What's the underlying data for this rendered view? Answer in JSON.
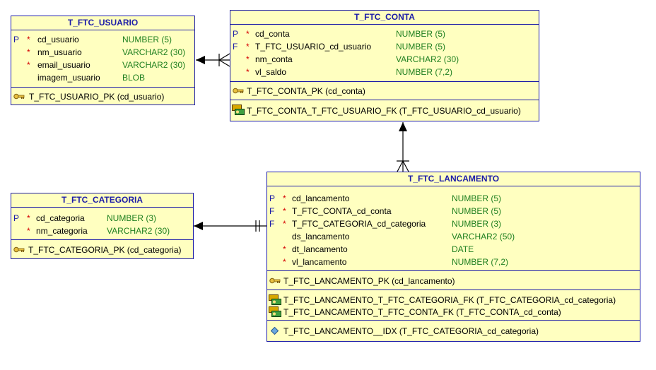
{
  "tables": {
    "usuario": {
      "name": "T_FTC_USUARIO",
      "columns": [
        {
          "key": "P",
          "mandatory": "*",
          "name": "cd_usuario",
          "type": "NUMBER (5)"
        },
        {
          "key": "",
          "mandatory": "*",
          "name": "nm_usuario",
          "type": "VARCHAR2 (30)"
        },
        {
          "key": "",
          "mandatory": "*",
          "name": "email_usuario",
          "type": "VARCHAR2 (30)"
        },
        {
          "key": "",
          "mandatory": "",
          "name": "imagem_usuario",
          "type": "BLOB"
        }
      ],
      "pk": "T_FTC_USUARIO_PK (cd_usuario)"
    },
    "conta": {
      "name": "T_FTC_CONTA",
      "columns": [
        {
          "key": "P",
          "mandatory": "*",
          "name": "cd_conta",
          "type": "NUMBER (5)"
        },
        {
          "key": "F",
          "mandatory": "*",
          "name": "T_FTC_USUARIO_cd_usuario",
          "type": "NUMBER (5)"
        },
        {
          "key": "",
          "mandatory": "*",
          "name": "nm_conta",
          "type": "VARCHAR2 (30)"
        },
        {
          "key": "",
          "mandatory": "*",
          "name": "vl_saldo",
          "type": "NUMBER (7,2)"
        }
      ],
      "pk": "T_FTC_CONTA_PK (cd_conta)",
      "fks": [
        "T_FTC_CONTA_T_FTC_USUARIO_FK (T_FTC_USUARIO_cd_usuario)"
      ]
    },
    "categoria": {
      "name": "T_FTC_CATEGORIA",
      "columns": [
        {
          "key": "P",
          "mandatory": "*",
          "name": "cd_categoria",
          "type": "NUMBER (3)"
        },
        {
          "key": "",
          "mandatory": "*",
          "name": "nm_categoria",
          "type": "VARCHAR2 (30)"
        }
      ],
      "pk": "T_FTC_CATEGORIA_PK (cd_categoria)"
    },
    "lancamento": {
      "name": "T_FTC_LANCAMENTO",
      "columns": [
        {
          "key": "P",
          "mandatory": "*",
          "name": "cd_lancamento",
          "type": "NUMBER (5)"
        },
        {
          "key": "F",
          "mandatory": "*",
          "name": "T_FTC_CONTA_cd_conta",
          "type": "NUMBER (5)"
        },
        {
          "key": "F",
          "mandatory": "*",
          "name": "T_FTC_CATEGORIA_cd_categoria",
          "type": "NUMBER (3)"
        },
        {
          "key": "",
          "mandatory": "",
          "name": "ds_lancamento",
          "type": "VARCHAR2 (50)"
        },
        {
          "key": "",
          "mandatory": "*",
          "name": "dt_lancamento",
          "type": "DATE"
        },
        {
          "key": "",
          "mandatory": "*",
          "name": "vl_lancamento",
          "type": "NUMBER (7,2)"
        }
      ],
      "pk": "T_FTC_LANCAMENTO_PK (cd_lancamento)",
      "fks": [
        "T_FTC_LANCAMENTO_T_FTC_CATEGORIA_FK (T_FTC_CATEGORIA_cd_categoria)",
        "T_FTC_LANCAMENTO_T_FTC_CONTA_FK (T_FTC_CONTA_cd_conta)"
      ],
      "idx": "T_FTC_LANCAMENTO__IDX (T_FTC_CATEGORIA_cd_categoria)"
    }
  },
  "colors": {
    "border": "#1c1ca8",
    "fill": "#ffffc0",
    "mandatory": "#d40000",
    "datatype": "#208020"
  }
}
